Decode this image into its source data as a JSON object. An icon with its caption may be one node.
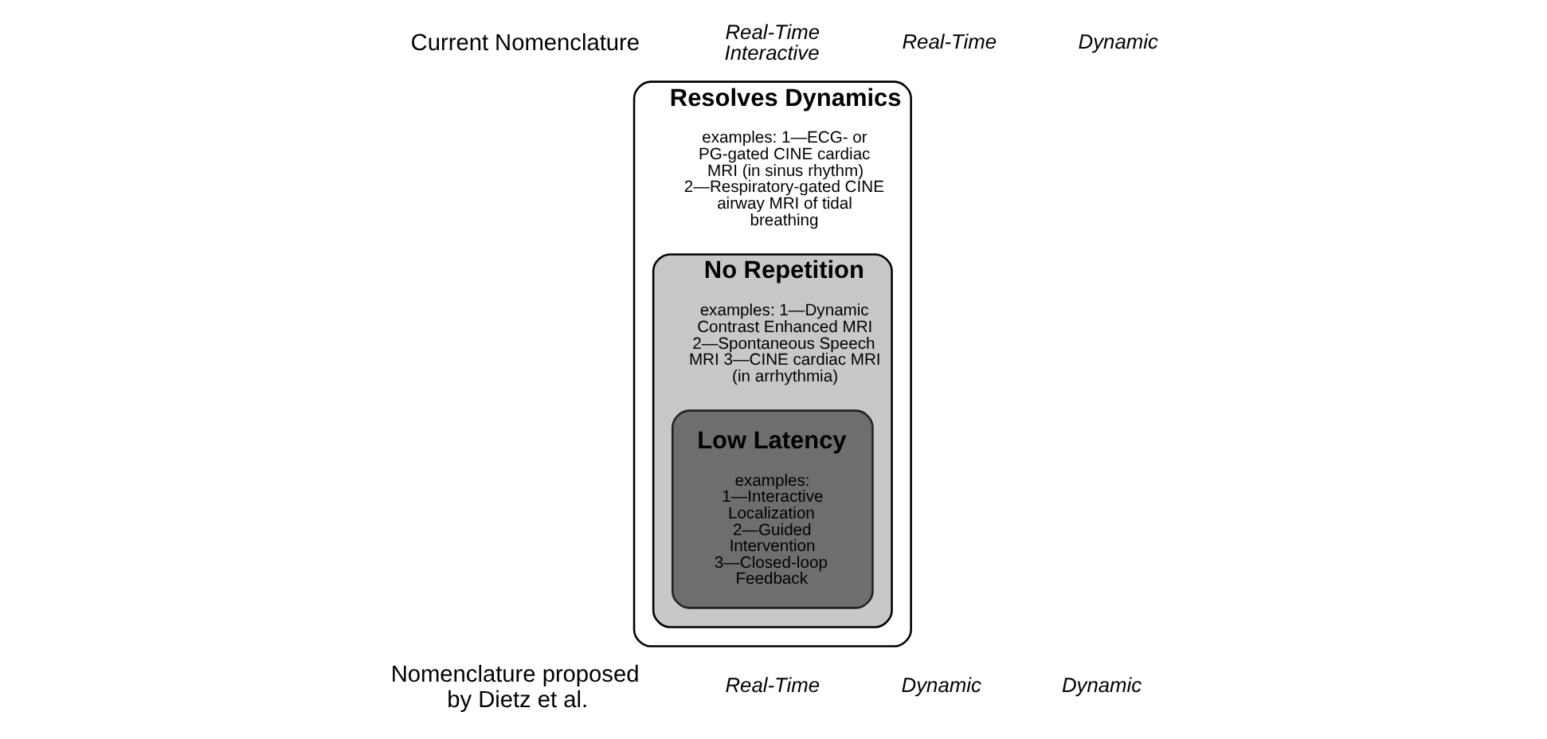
{
  "diagram": {
    "nodes": [
      {
        "text": [
          "Resolves Dynamics",
          "examples: 1—ECG- or PG-gated CINE cardiac MRI (in sinus rhythm) 2—Respiratory-gated CINE airway MRI of tidal breathing"
        ]
      },
      {
        "text": [
          "No Repetition",
          "examples: 1—Dynamic Contrast Enhanced MRI 2—Spontaneous Speech MRI 3—CINE cardiac MRI (in arrhythmia)"
        ],
        "in": 0
      },
      {
        "text": [
          "Low Latency",
          "examples: 1—Interactive Localization 2—Guided Intervention 3—Closed-loop Feedback"
        ],
        "in": 1
      }
    ],
    "edges": [],
    "labels": [
      "Current Nomenclature",
      "Real-Time Interactive",
      "Real-Time",
      "Dynamic",
      "Nomenclature proposed by Dietz et al.",
      "Real-Time",
      "Dynamic",
      "Dynamic"
    ]
  }
}
